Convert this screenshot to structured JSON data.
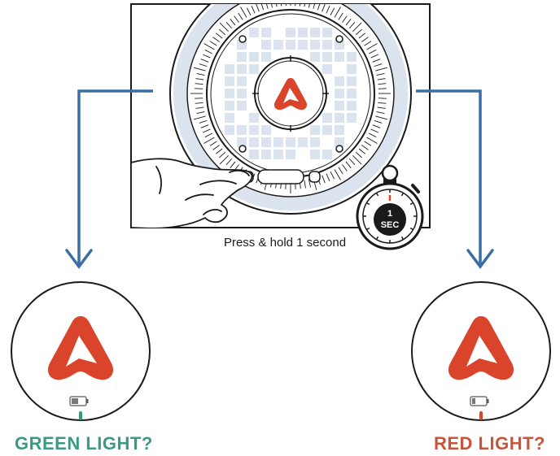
{
  "instruction": {
    "caption": "Press & hold 1 second"
  },
  "timer": {
    "number": "1",
    "unit": "SEC"
  },
  "results": [
    {
      "label": "GREEN LIGHT?",
      "color": "#3a9a82",
      "led_color": "#2f9c72"
    },
    {
      "label": "RED LIGHT?",
      "color": "#c8553a",
      "led_color": "#d9442b"
    }
  ],
  "colors": {
    "logo": "#d9442b",
    "arrow": "#3a6ea5",
    "device_ring": "#dbe3ee",
    "pad": "#dbe3ee",
    "outline": "#1a1a1a"
  }
}
